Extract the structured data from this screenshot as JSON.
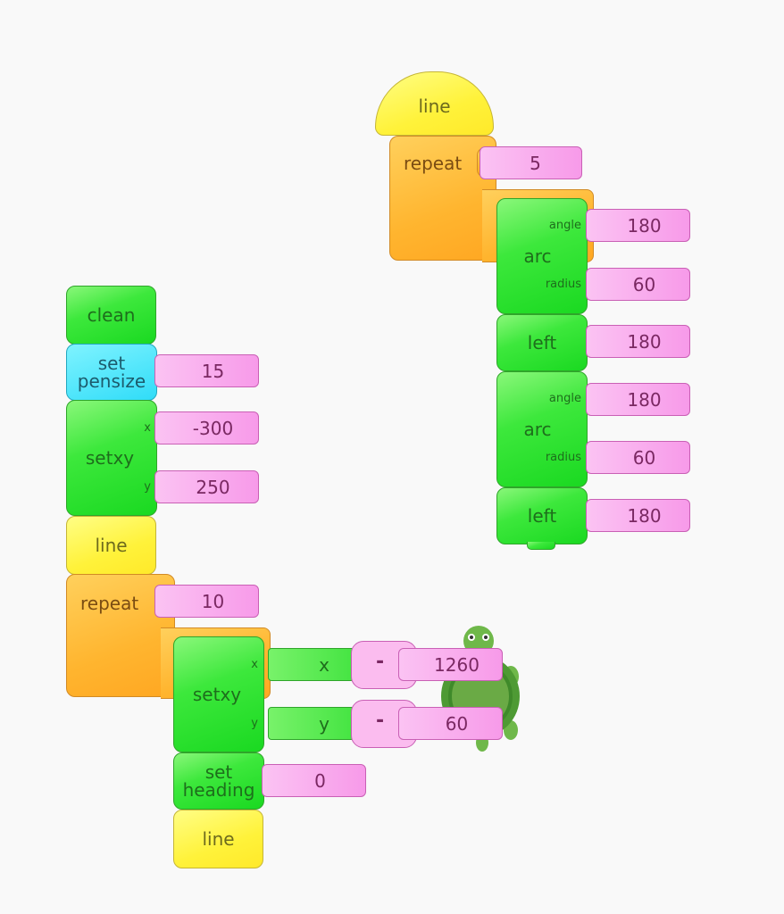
{
  "stack_top_right": {
    "hat": {
      "label": "line"
    },
    "repeat": {
      "label": "repeat",
      "count": "5"
    },
    "body": [
      {
        "label": "arc",
        "params": [
          {
            "name": "angle",
            "value": "180"
          },
          {
            "name": "radius",
            "value": "60"
          }
        ]
      },
      {
        "label": "left",
        "value": "180"
      },
      {
        "label": "arc",
        "params": [
          {
            "name": "angle",
            "value": "180"
          },
          {
            "name": "radius",
            "value": "60"
          }
        ]
      },
      {
        "label": "left",
        "value": "180"
      }
    ]
  },
  "stack_left": {
    "clean": {
      "label": "clean"
    },
    "pensize": {
      "label_line1": "set",
      "label_line2": "pensize",
      "value": "15"
    },
    "setxy": {
      "label": "setxy",
      "x_label": "x",
      "x_value": "-300",
      "y_label": "y",
      "y_value": "250"
    },
    "line": {
      "label": "line"
    },
    "repeat": {
      "label": "repeat",
      "count": "10"
    },
    "body": {
      "setxy": {
        "label": "setxy",
        "x_label": "x",
        "x_var": "x",
        "x_op": "-",
        "x_operand": "1260",
        "y_label": "y",
        "y_var": "y",
        "y_op": "-",
        "y_operand": "60"
      },
      "setheading": {
        "label_line1": "set",
        "label_line2": "heading",
        "value": "0"
      },
      "line": {
        "label": "line"
      }
    }
  },
  "turtle": {
    "icon": "turtle-icon"
  }
}
